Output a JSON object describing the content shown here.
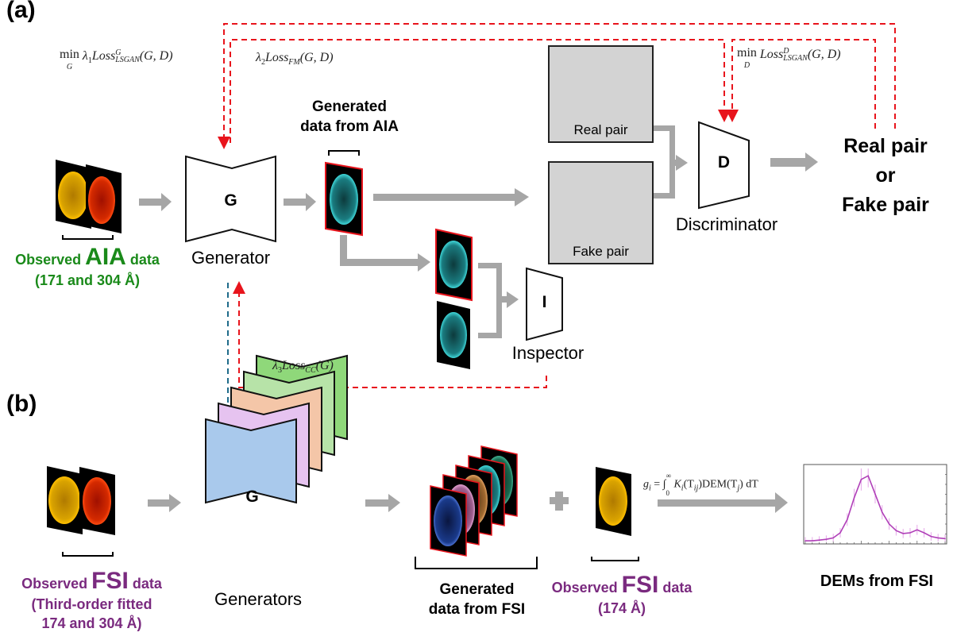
{
  "panels": {
    "a": {
      "label": "(a)",
      "losses": {
        "generator_lsgan": {
          "prefix": "min",
          "sub_under": "G",
          "lambda": "λ",
          "lambda_idx": "1",
          "name": "Loss",
          "sup": "G",
          "sub": "LSGAN",
          "args": "(G, D)"
        },
        "feature_matching": {
          "lambda": "λ",
          "lambda_idx": "2",
          "name": "Loss",
          "sub": "FM",
          "args": "(G, D)"
        },
        "discriminator_lsgan": {
          "prefix": "min",
          "sub_under": "D",
          "name": "Loss",
          "sup": "D",
          "sub": "LSGAN",
          "args": "(G, D)"
        },
        "correlation": {
          "lambda": "λ",
          "lambda_idx": "3",
          "name": "Loss",
          "sub": "CC",
          "args": "(G)"
        }
      },
      "input": {
        "line1_pre": "Observed ",
        "line1_big": "AIA",
        "line1_post": " data",
        "line2": "(171 and 304 Å)",
        "images": [
          "AIA 171",
          "AIA 304"
        ]
      },
      "generator": {
        "symbol": "G",
        "label": "Generator"
      },
      "generated": {
        "line1": "Generated",
        "line2": "data from AIA"
      },
      "real_pair": {
        "caption": "Real pair"
      },
      "fake_pair": {
        "caption": "Fake pair"
      },
      "discriminator": {
        "symbol": "D",
        "label": "Discriminator"
      },
      "inspector": {
        "symbol": "I",
        "label": "Inspector"
      },
      "output": {
        "line1": "Real pair",
        "line2": "or",
        "line3": "Fake pair"
      }
    },
    "b": {
      "label": "(b)",
      "input": {
        "line1_pre": "Observed ",
        "line1_big": "FSI",
        "line1_post": " data",
        "line2": "(Third-order fitted",
        "line3": "174 and 304 Å)"
      },
      "generators": {
        "symbol": "G",
        "label": "Generators",
        "count": 5
      },
      "generated": {
        "line1": "Generated",
        "line2": "data from FSI"
      },
      "observed": {
        "line1_pre": "Observed ",
        "line1_big": "FSI",
        "line1_post": " data",
        "line2": "(174 Å)"
      },
      "equation": {
        "lhs": "g",
        "lhs_sub": "i",
        "eq": " = ∫",
        "lower": "0",
        "upper": "∞",
        "body": "K",
        "body_sub": "i",
        "arg1": "(T",
        "arg1_sub": "ij",
        "dem": ")DEM(T",
        "dem_sub": "j",
        "tail": ") dT"
      },
      "dem": {
        "label": "DEMs from FSI"
      }
    }
  },
  "colors": {
    "loss_arrow": "#e8141c",
    "transfer_arrow": "#1f6b8a",
    "flow_arrow": "#a6a6a6",
    "green_text": "#1a8a1a",
    "purple_text": "#7a2a7f",
    "dem_curve": "#b040b8",
    "gen_colors": [
      "#a9c9ec",
      "#e6c3f0",
      "#f4c6a8",
      "#b7e3a8",
      "#8fd87a"
    ]
  },
  "chart_data": {
    "type": "line",
    "title": "DEMs from FSI",
    "xlabel": "",
    "ylabel": "",
    "x": [
      0,
      1,
      2,
      3,
      4,
      5,
      6,
      7,
      8,
      9,
      10,
      11,
      12,
      13,
      14,
      15,
      16,
      17,
      18,
      19,
      20
    ],
    "series": [
      {
        "name": "DEM",
        "values": [
          0.01,
          0.01,
          0.02,
          0.03,
          0.05,
          0.12,
          0.3,
          0.6,
          0.85,
          0.9,
          0.65,
          0.4,
          0.24,
          0.15,
          0.11,
          0.12,
          0.16,
          0.12,
          0.07,
          0.05,
          0.04
        ]
      }
    ],
    "ylim": [
      0,
      1
    ],
    "grid": false
  }
}
